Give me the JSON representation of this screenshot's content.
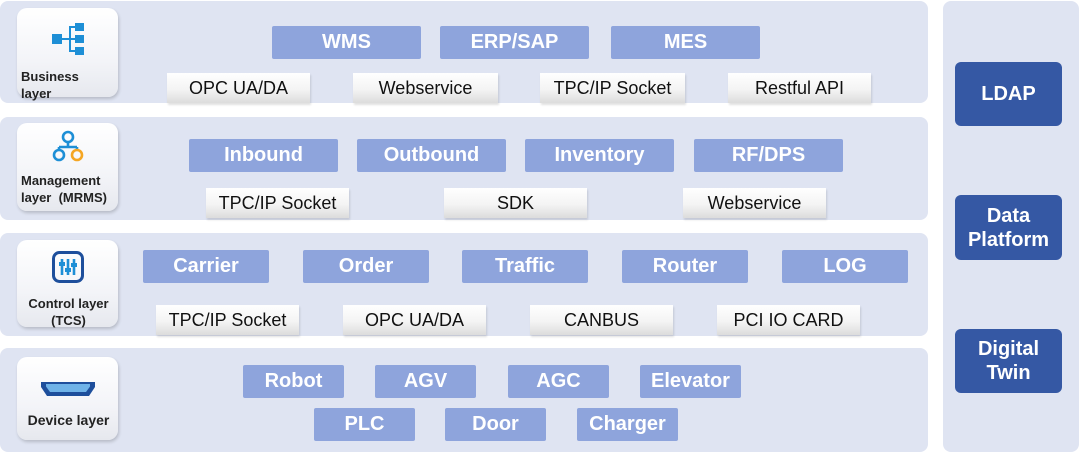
{
  "layers": {
    "business": {
      "label": "Business\nlayer",
      "modules": [
        "WMS",
        "ERP/SAP",
        "MES"
      ],
      "protocols": [
        "OPC UA/DA",
        "Webservice",
        "TPC/IP Socket",
        "Restful API"
      ]
    },
    "management": {
      "label": "Management\nlayer  (MRMS)",
      "modules": [
        "Inbound",
        "Outbound",
        "Inventory",
        "RF/DPS"
      ],
      "protocols": [
        "TPC/IP Socket",
        "SDK",
        "Webservice"
      ]
    },
    "control": {
      "label": "Control layer\n(TCS)",
      "modules": [
        "Carrier",
        "Order",
        "Traffic",
        "Router",
        "LOG"
      ],
      "protocols": [
        "TPC/IP Socket",
        "OPC UA/DA",
        "CANBUS",
        "PCI IO CARD"
      ]
    },
    "device": {
      "label": "Device layer",
      "modules_row1": [
        "Robot",
        "AGV",
        "AGC",
        "Elevator"
      ],
      "modules_row2": [
        "PLC",
        "Door",
        "Charger"
      ]
    }
  },
  "side": {
    "items": [
      "LDAP",
      "Data\nPlatform",
      "Digital\nTwin"
    ]
  },
  "icons": {
    "business": "hierarchy-tree-icon",
    "management": "network-nodes-icon",
    "control": "control-panel-sliders-icon",
    "device": "tray-device-icon"
  },
  "colors": {
    "panel_bg": "#dfe4f2",
    "module_bg": "#8ea4dc",
    "side_button_bg": "#3558a4",
    "icon_blue": "#1e8fd6",
    "icon_orange": "#f5a623"
  }
}
